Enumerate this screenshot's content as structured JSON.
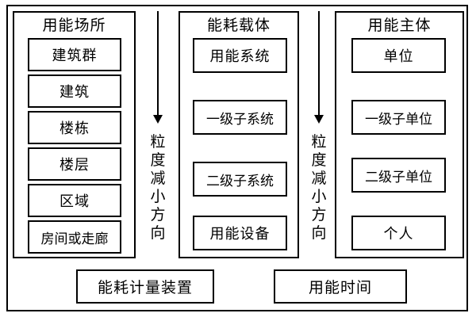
{
  "diagram": {
    "columns": [
      {
        "id": "energy-use-place",
        "title": "用能场所",
        "items": [
          {
            "label": "建筑群"
          },
          {
            "label": "建筑"
          },
          {
            "label": "楼栋"
          },
          {
            "label": "楼层"
          },
          {
            "label": "区域"
          },
          {
            "label": "房间或走廊"
          }
        ]
      },
      {
        "id": "energy-consumption-carrier",
        "title": "能耗载体",
        "items": [
          {
            "label": "用能系统"
          },
          {
            "label": "一级子系统"
          },
          {
            "label": "二级子系统"
          },
          {
            "label": "用能设备"
          }
        ]
      },
      {
        "id": "energy-use-subject",
        "title": "用能主体",
        "items": [
          {
            "label": "单位"
          },
          {
            "label": "一级子单位"
          },
          {
            "label": "二级子单位"
          },
          {
            "label": "个人"
          }
        ]
      }
    ],
    "arrows": [
      {
        "id": "granularity-arrow-1",
        "label": "粒度减小方向",
        "direction": "down"
      },
      {
        "id": "granularity-arrow-2",
        "label": "粒度减小方向",
        "direction": "down"
      }
    ],
    "bottom_boxes": [
      {
        "id": "metering-device",
        "label": "能耗计量装置"
      },
      {
        "id": "energy-use-time",
        "label": "用能时间"
      }
    ],
    "colors": {
      "stroke": "#000000",
      "background": "#ffffff",
      "text": "#000000"
    }
  }
}
